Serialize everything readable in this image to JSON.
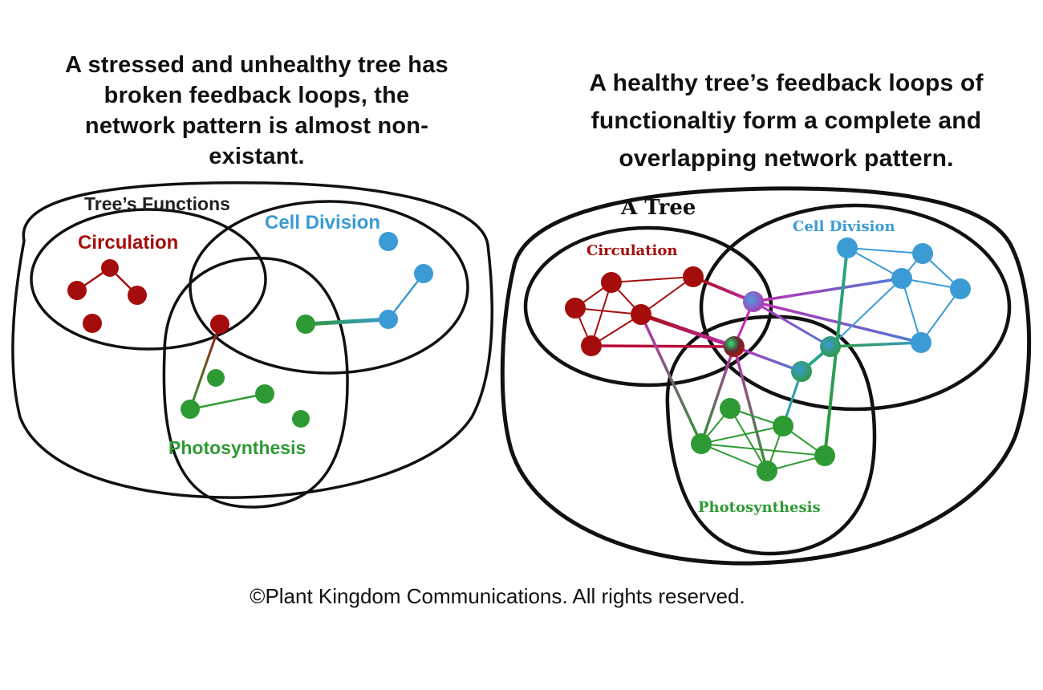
{
  "left_diagram": {
    "caption": "A stressed and unhealthy tree has broken feedback loops, the network pattern is almost non-existant.",
    "container_label": "Tree’s Functions",
    "labels": {
      "circulation": "Circulation",
      "cell_division": "Cell Division",
      "photosynthesis": "Photosynthesis"
    }
  },
  "right_diagram": {
    "caption": "A healthy tree’s feedback loops of functionaltiy form a complete and overlapping network pattern.",
    "container_label": "A Tree",
    "labels": {
      "circulation": "Circulation",
      "cell_division": "Cell Division",
      "photosynthesis": "Photosynthesis"
    }
  },
  "footer": {
    "copyright": "©Plant Kingdom Communications.  All rights reserved."
  },
  "colors": {
    "circulation": "#a50d0d",
    "cell_division": "#3a9bd5",
    "photosynthesis": "#2e9a34",
    "magenta_link": "#c02db0",
    "outline": "#111111"
  }
}
